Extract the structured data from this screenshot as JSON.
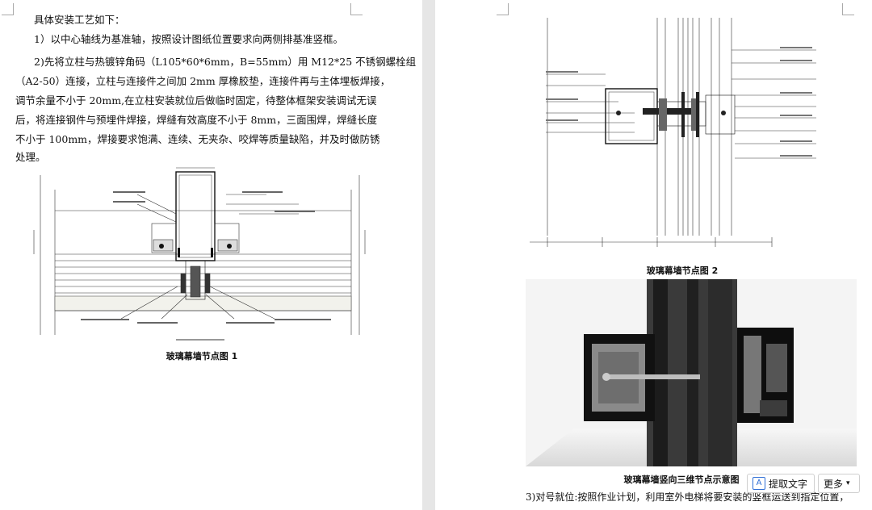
{
  "left_page": {
    "heading": "具体安装工艺如下：",
    "step1": "1）以中心轴线为基准轴，按照设计图纸位置要求向两侧排基准竖框。",
    "step2_lines": [
      "2)先将立柱与热镀锌角码（L105*60*6mm，B=55mm）用 M12*25 不锈钢螺栓组",
      "（A2-50）连接，立柱与连接件之间加 2mm 厚橡胶垫，连接件再与主体埋板焊接，",
      "调节余量不小于 20mm,在立柱安装就位后做临时固定，待整体框架安装调试无误",
      "后，将连接钢件与预埋件焊接，焊缝有效高度不小于 8mm，三面围焊，焊缝长度",
      "不小于 100mm，焊接要求饱满、连续、无夹杂、咬焊等质量缺陷，并及时做防锈",
      "处理。"
    ],
    "figure1_caption": "玻璃幕墙节点图 1"
  },
  "right_page": {
    "figure2_caption": "玻璃幕墙节点图 2",
    "figure3_caption": "玻璃幕墙竖向三维节点示意图",
    "step3": "3)对号就位:按照作业计划，利用室外电梯将要安装的竖框运送到指定位置，"
  },
  "toolbar": {
    "extract_text_label": "提取文字",
    "more_label": "更多",
    "extract_icon": "text-extract-icon",
    "more_icon": "chevron-down-icon"
  }
}
